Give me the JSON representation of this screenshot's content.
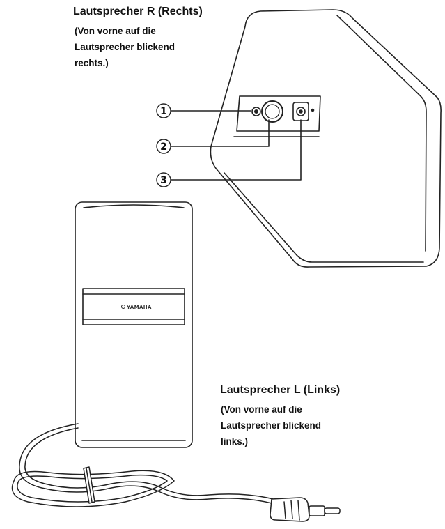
{
  "speaker_right": {
    "title": "Lautsprecher R (Rechts)",
    "note_lines": [
      "(Von vorne auf die",
      "Lautsprecher blickend",
      "rechts.)"
    ]
  },
  "speaker_left": {
    "title": "Lautsprecher L (Links)",
    "note_lines": [
      "(Von vorne auf die",
      "Lautsprecher blickend",
      "links.)"
    ],
    "brand": "YAMAHA"
  },
  "callouts": [
    {
      "label": "1"
    },
    {
      "label": "2"
    },
    {
      "label": "3"
    }
  ],
  "colors": {
    "line": "#222222",
    "background": "#ffffff"
  }
}
